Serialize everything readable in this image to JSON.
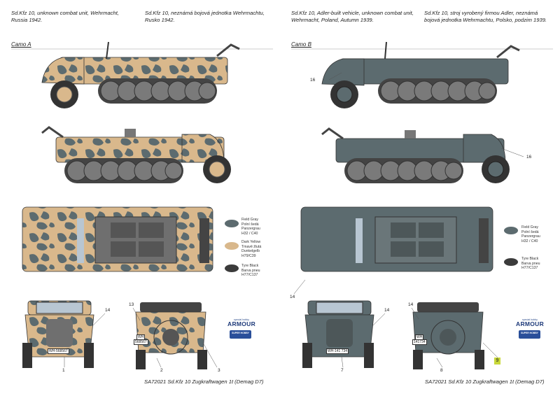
{
  "left": {
    "caption_en": "Sd.Kfz 10, unknown combat unit, Wehrmacht,\nRussia 1942.",
    "caption_cz": "Sd.Kfz 10, neznámá bojová jednotka Wehrmachtu,\nRusko 1942.",
    "camo_label": "Camo A",
    "legend": [
      {
        "text": "Field Gray\nPolní šedá\nPanzergrau\nH32 / C40",
        "color": "#5c6b6f"
      },
      {
        "text": "Dark Yellow\nTmavě žlutá\nDunkelgelb\nH79/C39",
        "color": "#d9b88c"
      },
      {
        "text": "Tyre Black\nBarva pneu\nH77/C137",
        "color": "#3b3b3b"
      }
    ],
    "callouts": {
      "c14": "14",
      "c13": "13",
      "c1": "1",
      "c2": "2",
      "c3": "3"
    },
    "plates": {
      "front": "WH-568567",
      "rear_top": "WH",
      "rear_num": "568567"
    },
    "footer": "SA72021   Sd.Kfz 10 Zugkraftwagen 1t (Demag D7)"
  },
  "right": {
    "caption_en": "Sd.Kfz 10, Adler-built vehicle, unknown combat unit,\nWehrmacht, Poland, Autumn 1939.",
    "caption_cz": "Sd.Kfz 10, stroj vyrobený firmou Adler, neznámá\nbojová jednotka Wehrmachtu, Polsko, podzim 1939.",
    "camo_label": "Camo B",
    "legend": [
      {
        "text": "Field Gray\nPolní šedá\nPanzergrau\nH32 / C40",
        "color": "#5c6b6f"
      },
      {
        "text": "Tyre Black\nBarva pneu\nH77/C137",
        "color": "#3b3b3b"
      }
    ],
    "callouts": {
      "c16a": "16",
      "c16b": "16",
      "c14a": "14",
      "c14b": "14",
      "c14c": "14",
      "c7": "7",
      "c8": "8",
      "c9": "9"
    },
    "plates": {
      "front": "WH-141 734",
      "rear_top": "WH",
      "rear_num": "141734"
    },
    "footer": "SA72021   Sd.Kfz 10 Zugkraftwagen 1t (Demag D7)"
  },
  "logos": {
    "armour_top": "special hobby",
    "armour_big": "ARMOUR",
    "badge": "SUPER HOBBY"
  },
  "colors": {
    "field_gray": "#5c6b6f",
    "dark_yellow": "#d9b88c",
    "tyre_black": "#3b3b3b"
  }
}
